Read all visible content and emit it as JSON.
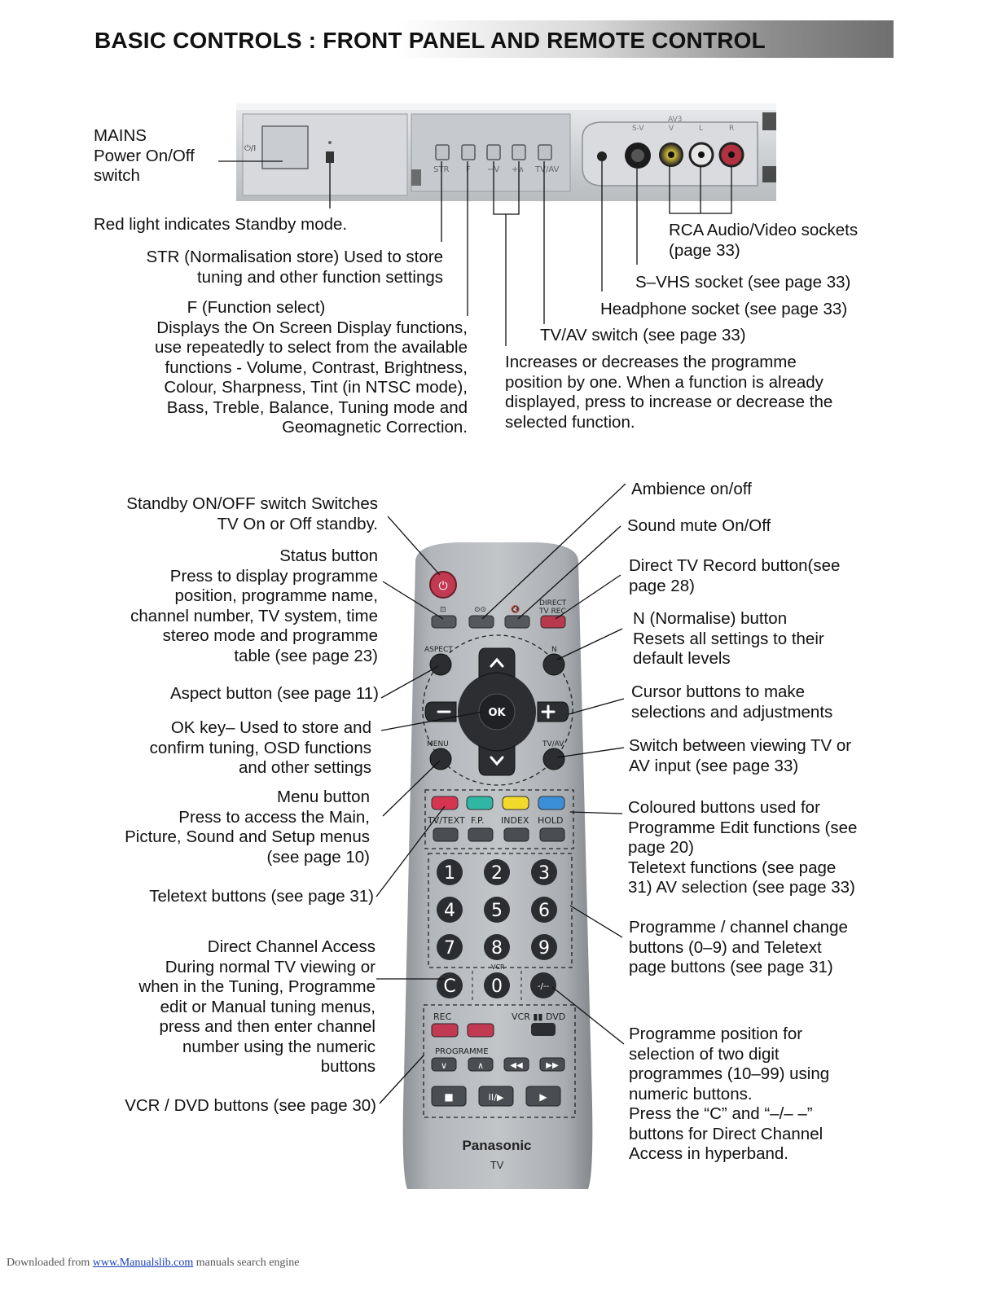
{
  "title": "BASIC CONTROLS : FRONT PANEL AND REMOTE CONTROL",
  "front_panel": {
    "mains": [
      "MAINS",
      "Power On/Off",
      "switch"
    ],
    "red_light": "Red light indicates Standby mode.",
    "str": [
      "STR (Normalisation store) Used to store",
      "tuning and other function settings"
    ],
    "function": [
      "F (Function select)",
      "Displays the On Screen Display functions,",
      "use repeatedly to select from the available",
      "functions - Volume, Contrast, Brightness,",
      "Colour, Sharpness, Tint (in NTSC mode),",
      "Bass, Treble, Balance, Tuning mode and",
      "Geomagnetic Correction."
    ],
    "rca": [
      "RCA Audio/Video sockets",
      "(page 33)"
    ],
    "svhs": "S–VHS socket (see page 33)",
    "headphone": "Headphone socket (see page 33)",
    "tvav": "TV/AV switch (see page 33)",
    "programme": [
      "Increases or decreases the programme",
      "position by one. When a function is already",
      "displayed, press to increase or decrease the",
      "selected function."
    ],
    "panel_marks": {
      "str": "STR",
      "f": "F",
      "minus_v": "−V",
      "plus_v": "+∧",
      "tv_av": "TV/AV",
      "power": "⏻/I",
      "av3": "AV3",
      "s_v": "S-V",
      "v": "V",
      "l": "L",
      "r": "R"
    }
  },
  "remote_left": {
    "standby": [
      "Standby ON/OFF switch Switches",
      "TV On or Off standby."
    ],
    "status": [
      "Status button",
      "Press to display programme",
      "position, programme name,",
      "channel number, TV system, time",
      "stereo mode and programme",
      "table (see page 23)"
    ],
    "aspect": "Aspect button (see page 11)",
    "ok": [
      "OK key–  Used to store and",
      "confirm tuning, OSD functions",
      "and other settings"
    ],
    "menu": [
      "Menu button",
      "Press to access the Main,",
      "Picture, Sound and Setup menus",
      "(see page 10)"
    ],
    "teletext": "Teletext buttons (see page 31)",
    "direct": [
      "Direct Channel Access",
      "During normal TV viewing or",
      "when in the Tuning, Programme",
      "edit or Manual tuning menus,",
      "press and then enter channel",
      "number using the numeric",
      "buttons"
    ],
    "vcr": "VCR / DVD buttons (see page 30)"
  },
  "remote_right": {
    "ambience": "Ambience on/off",
    "mute": "Sound mute On/Off",
    "direct_rec": [
      "Direct TV Record button(see",
      "page 28)"
    ],
    "normalise": [
      "N (Normalise) button",
      "Resets all settings to their",
      "default levels"
    ],
    "cursor": [
      "Cursor buttons to make",
      "selections and adjustments"
    ],
    "switch": [
      "Switch between viewing TV or",
      "AV input (see page 33)"
    ],
    "coloured": [
      "Coloured buttons used for",
      "Programme Edit functions (see",
      "page 20)",
      "Teletext functions (see page",
      "31) AV selection (see page 33)"
    ],
    "prog_change": [
      "Programme / channel change",
      "buttons (0–9) and Teletext",
      "page buttons (see page 31)"
    ],
    "two_digit": [
      "Programme position for",
      "selection of two digit",
      "programmes (10–99) using",
      "numeric buttons.",
      "Press the “C” and “–/– –”",
      "buttons for Direct Channel",
      "Access in hyperband."
    ]
  },
  "remote_marks": {
    "aspect": "ASPECT",
    "n": "N",
    "menu": "MENU",
    "tvav": "TV/AV",
    "ok": "OK",
    "direct_tv_rec": [
      "DIRECT",
      "TV REC"
    ],
    "teletext_labels": [
      "TV/TEXT",
      "F.P.",
      "INDEX",
      "HOLD"
    ],
    "digits": [
      "1",
      "2",
      "3",
      "4",
      "5",
      "6",
      "7",
      "8",
      "9"
    ],
    "c": "C",
    "zero": "0",
    "vcr_small": "VCR",
    "dash": "-/--",
    "rec": "REC",
    "vcr_dvd": "VCR ▮▮ DVD",
    "programme": "PROGRAMME",
    "brand": "Panasonic",
    "tv": "TV"
  },
  "colors": {
    "red": "#d6344f",
    "green": "#2fb7a4",
    "yellow": "#f2da2a",
    "blue": "#3b8fd8",
    "remote_body": "#a7abaf"
  },
  "footer": {
    "prefix": "Downloaded from ",
    "link": "www.Manualslib.com",
    "suffix": "  manuals search engine"
  }
}
